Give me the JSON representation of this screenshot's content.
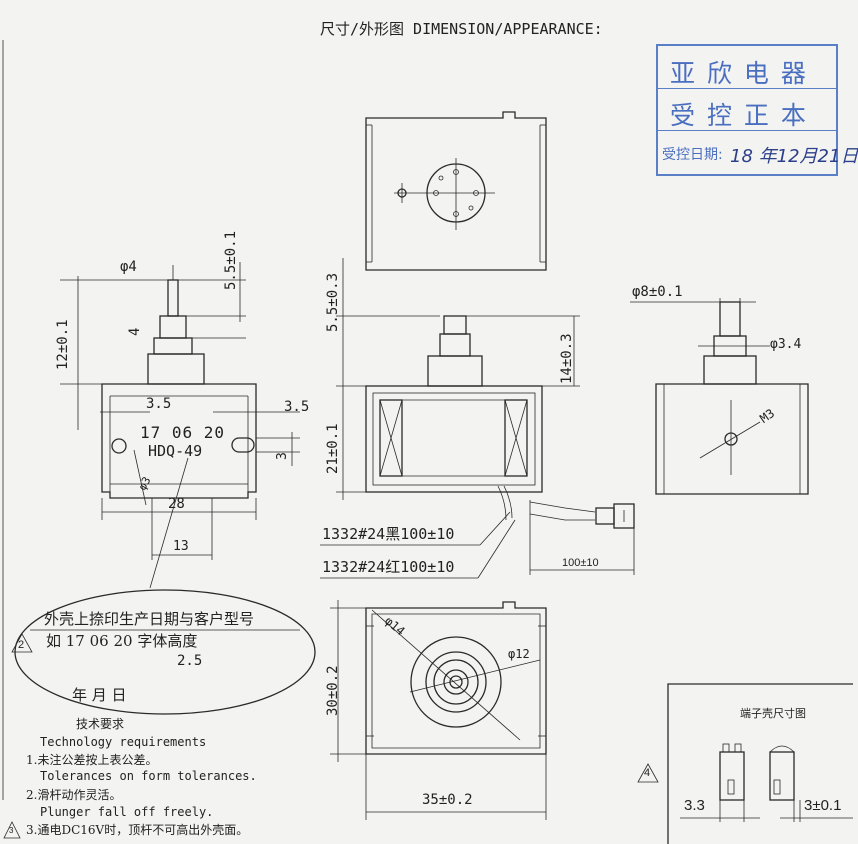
{
  "title": "尺寸/外形图 DIMENSION/APPEARANCE:",
  "stamp": {
    "line1": "亚 欣 电 器",
    "line2": "受 控 正 本",
    "date_label": "受控日期:",
    "date_value": "18 年12月21日"
  },
  "side_view": {
    "d4": "φ4",
    "h5_5": "5.5±0.1",
    "h4": "4",
    "h12": "12±0.1",
    "w3_5a": "3.5",
    "w3_5b": "3.5",
    "h3": "3",
    "w28": "28",
    "w13": "13",
    "d3": "φ3",
    "print_date": "17 06 20",
    "print_model": "HDQ-49"
  },
  "front_view": {
    "h5_5": "5.5±0.3",
    "h14": "14±0.3",
    "h21": "21±0.1",
    "wire_black": "1332#24黑100±10",
    "wire_red": "1332#24红100±10",
    "lead_len": "100±10"
  },
  "right_view": {
    "d8": "φ8±0.1",
    "d3_4": "φ3.4",
    "m3": "M3"
  },
  "bottom_view": {
    "h30": "30±0.2",
    "w35": "35±0.2",
    "d14": "φ14",
    "d12": "φ12"
  },
  "callout": {
    "line1": "外壳上捺印生产日期与客户型号",
    "line2": "如  17  06  20    字体高度",
    "line3": "2.5",
    "line4": "年   月   日"
  },
  "requirements": {
    "title_cn": "技术要求",
    "title_en": "Technology   requirements",
    "item1_cn": "1.未注公差按上表公差。",
    "item1_en": "Tolerances on form tolerances.",
    "item2_cn": "2.滑杆动作灵活。",
    "item2_en": "Plunger fall off freely.",
    "item3_cn": "3.通电DC16V时，顶杆不可高出外壳面。"
  },
  "terminal": {
    "title": "端子壳尺寸图",
    "w3_3": "3.3",
    "w3": "3±0.1"
  },
  "revision_mark": "4",
  "callout_mark": "2",
  "req_mark": "3"
}
